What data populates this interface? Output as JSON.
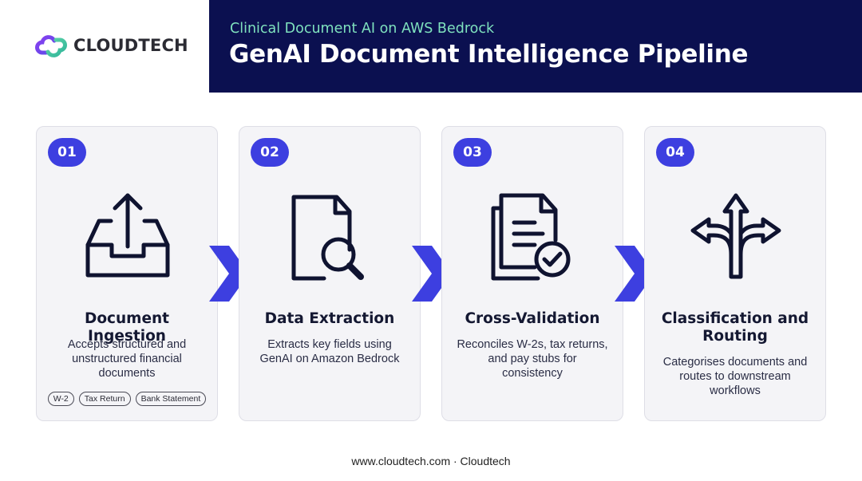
{
  "brand": {
    "name": "CLOUDTECH",
    "logo_icon": "cloud-link-icon"
  },
  "header": {
    "subtitle": "Clinical Document AI on AWS Bedrock",
    "title": "GenAI Document Intelligence Pipeline"
  },
  "colors": {
    "header_bg": "#0b1050",
    "accent": "#3d3fe0",
    "subtitle": "#7fe2be"
  },
  "steps": [
    {
      "number": "01",
      "icon": "inbox-upload-icon",
      "title": "Document Ingestion",
      "description": "Accepts structured and unstructured financial documents",
      "tags": [
        "W-2",
        "Tax Return",
        "Bank Statement"
      ]
    },
    {
      "number": "02",
      "icon": "document-search-icon",
      "title": "Data Extraction",
      "description": "Extracts key fields using GenAI on Amazon Bedrock"
    },
    {
      "number": "03",
      "icon": "document-check-icon",
      "title": "Cross-Validation",
      "description": "Reconciles W-2s, tax returns, and pay stubs for consistency"
    },
    {
      "number": "04",
      "icon": "routing-arrows-icon",
      "title": "Classification and Routing",
      "description": "Categorises documents and routes to downstream workflows"
    }
  ],
  "footer": "www.cloudtech.com · Cloudtech"
}
